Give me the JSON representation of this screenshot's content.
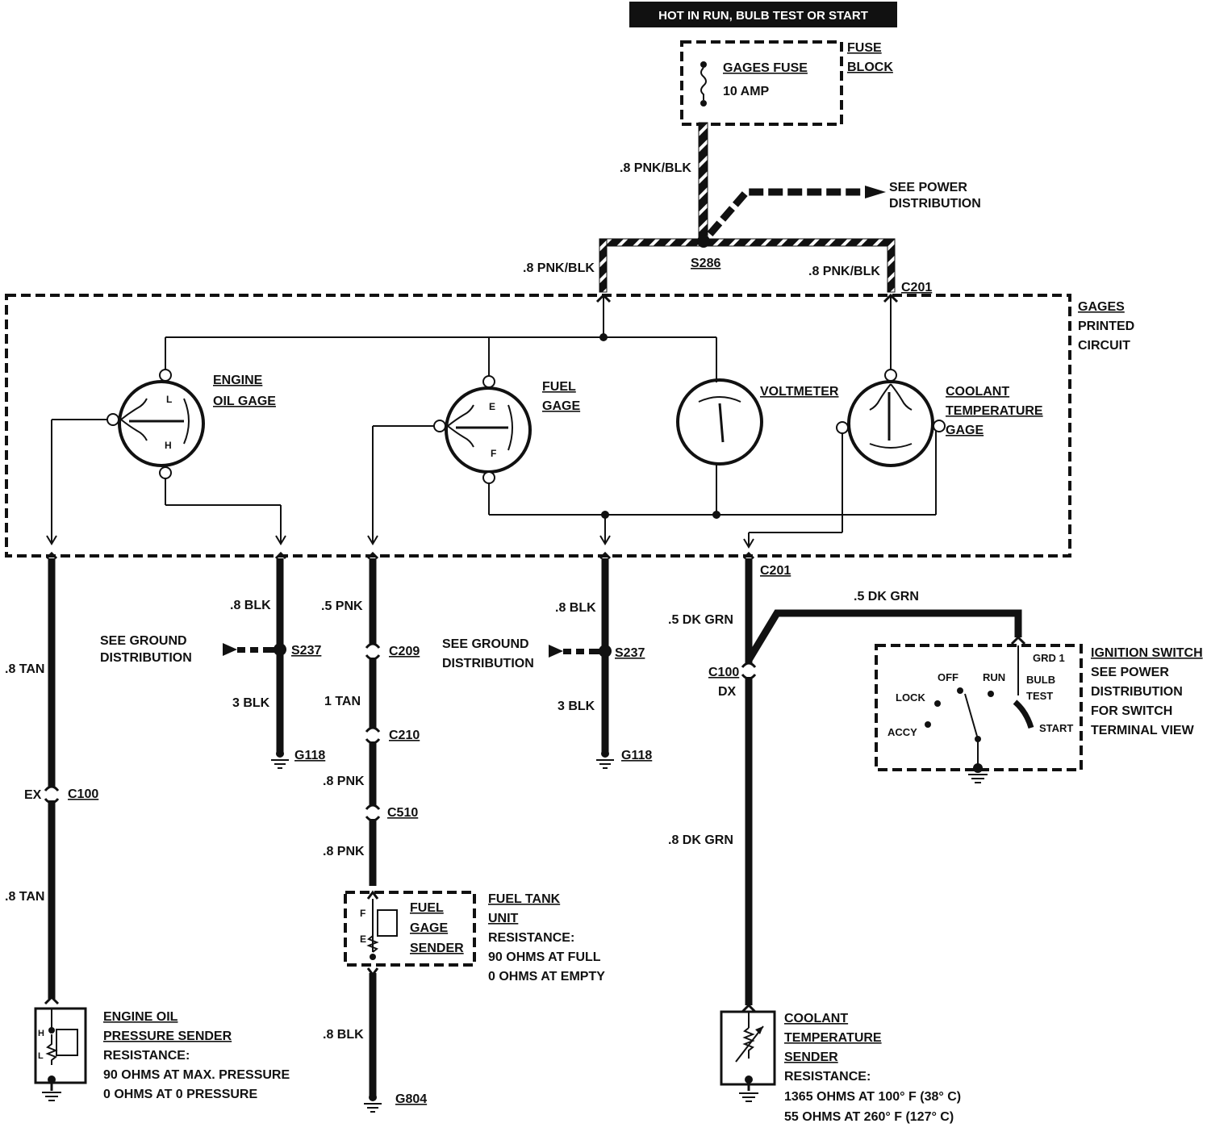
{
  "header": {
    "power_condition": "HOT IN RUN,  BULB TEST OR START"
  },
  "fuse_block": {
    "title_line1": "FUSE",
    "title_line2": "BLOCK",
    "fuse_name": "GAGES FUSE",
    "fuse_rating": "10 AMP"
  },
  "power_distribution": {
    "line1": "SEE POWER",
    "line2": "DISTRIBUTION"
  },
  "wires": {
    "feed_from_fuse": ".8 PNK/BLK",
    "splice": "S286",
    "left_feed": ".8 PNK/BLK",
    "right_feed": ".8 PNK/BLK",
    "right_connector": "C201",
    "oil_circuit_upper": ".8 TAN",
    "oil_connector_label": "EX",
    "oil_connector": "C100",
    "oil_circuit_lower": ".8 TAN",
    "ground1_upper": ".8 BLK",
    "ground1_splice": "S237",
    "ground1_lower": "3 BLK",
    "ground1_point": "G118",
    "fuel_upper": ".5 PNK",
    "fuel_c209": "C209",
    "fuel_mid": "1 TAN",
    "fuel_c210": "C210",
    "fuel_below_c210": ".8 PNK",
    "fuel_c510": "C510",
    "fuel_below_c510": ".8 PNK",
    "fuel_ground_wire": ".8 BLK",
    "fuel_ground": "G804",
    "ground2_upper": ".8 BLK",
    "ground2_splice": "S237",
    "ground2_lower": "3 BLK",
    "ground2_point": "G118",
    "coolant_connector_top": "C201",
    "coolant_upper": ".5 DK GRN",
    "coolant_branch": ".5 DK GRN",
    "coolant_c100": "C100",
    "coolant_c100_sub": "DX",
    "coolant_lower": ".8 DK GRN"
  },
  "ground_distribution_left": {
    "line1": "SEE GROUND",
    "line2": "DISTRIBUTION"
  },
  "ground_distribution_right": {
    "line1": "SEE GROUND",
    "line2": "DISTRIBUTION"
  },
  "printed_circuit": {
    "line1": "GAGES",
    "line2": "PRINTED",
    "line3": "CIRCUIT"
  },
  "gauges": {
    "oil": {
      "line1": "ENGINE",
      "line2": "OIL GAGE",
      "mark_low": "L",
      "mark_high": "H"
    },
    "fuel": {
      "line1": "FUEL",
      "line2": "GAGE",
      "mark_empty": "E",
      "mark_full": "F"
    },
    "voltmeter": {
      "label": "VOLTMETER"
    },
    "coolant": {
      "line1": "COOLANT",
      "line2": "TEMPERATURE",
      "line3": "GAGE"
    }
  },
  "ignition_switch": {
    "pos_grd": "GRD 1",
    "pos_bulb": "BULB",
    "pos_test": "TEST",
    "pos_off": "OFF",
    "pos_run": "RUN",
    "pos_lock": "LOCK",
    "pos_accy": "ACCY",
    "pos_start": "START",
    "title": "IGNITION SWITCH",
    "note1": "SEE POWER",
    "note2": "DISTRIBUTION",
    "note3": "FOR SWITCH",
    "note4": "TERMINAL VIEW"
  },
  "fuel_sender": {
    "box_line1": "FUEL",
    "box_line2": "GAGE",
    "box_line3": "SENDER",
    "mark_f": "F",
    "mark_e": "E",
    "title_line1": "FUEL TANK",
    "title_line2": "UNIT",
    "resistance": "RESISTANCE:",
    "full": "90 OHMS AT FULL",
    "empty": "0 OHMS AT EMPTY"
  },
  "oil_sender": {
    "title_line1": "ENGINE OIL",
    "title_line2": "PRESSURE SENDER",
    "mark_h": "H",
    "mark_l": "L",
    "resistance": "RESISTANCE:",
    "max": "90 OHMS AT MAX. PRESSURE",
    "zero": "0 OHMS AT 0 PRESSURE"
  },
  "coolant_sender": {
    "title_line1": "COOLANT",
    "title_line2": "TEMPERATURE",
    "title_line3": "SENDER",
    "resistance": "RESISTANCE:",
    "cold": "1365 OHMS AT 100° F (38° C)",
    "hot": "55 OHMS AT 260° F (127° C)"
  }
}
